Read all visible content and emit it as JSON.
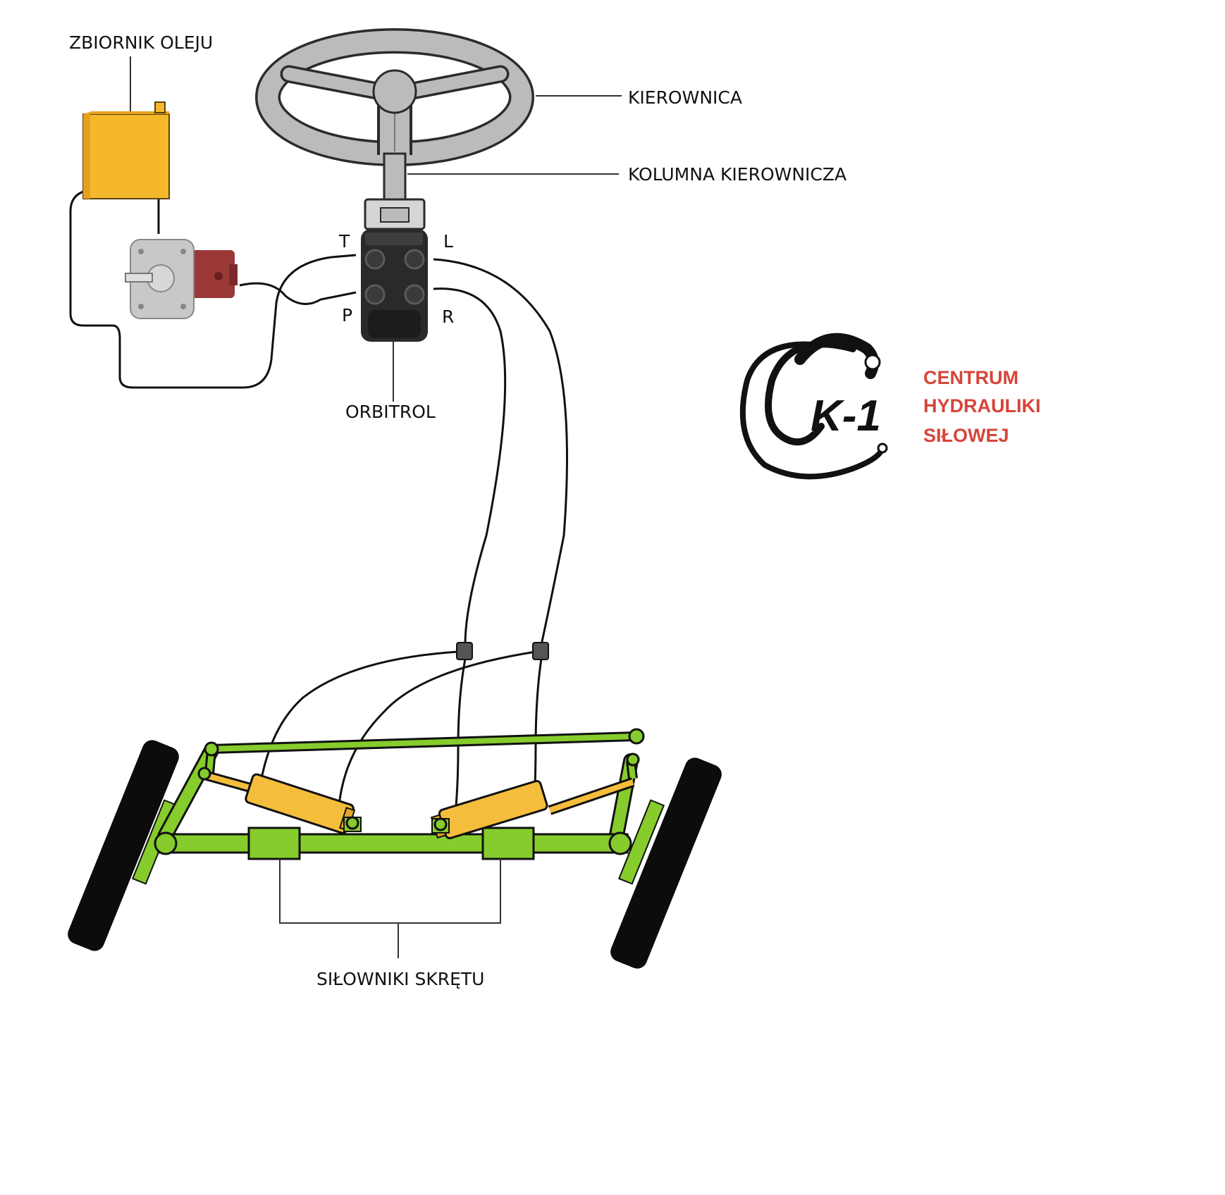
{
  "labels": {
    "oil_tank": "ZBIORNIK OLEJU",
    "steering_wheel": "KIEROWNICA",
    "steering_column": "KOLUMNA KIEROWNICZA",
    "orbitrol": "ORBITROL",
    "cylinders": "SIŁOWNIKI SKRĘTU"
  },
  "ports": {
    "t": "T",
    "l": "L",
    "p": "P",
    "r": "R"
  },
  "logo": {
    "mark_text": "K-1",
    "line1": "CENTRUM",
    "line2": "HYDRAULIKI",
    "line3": "SIŁOWEJ"
  },
  "colors": {
    "tank": "#f5b82a",
    "frame": "#86cc2c",
    "cylinder": "#f5bd3c",
    "hose": "#111111",
    "wheel": "#bbbbbb",
    "orbitrol": "#2a2a2a",
    "pump_body": "#c8c8c8",
    "pump_motor": "#9a3838",
    "brand_red": "#d6453a",
    "tire": "#0c0c0c"
  }
}
